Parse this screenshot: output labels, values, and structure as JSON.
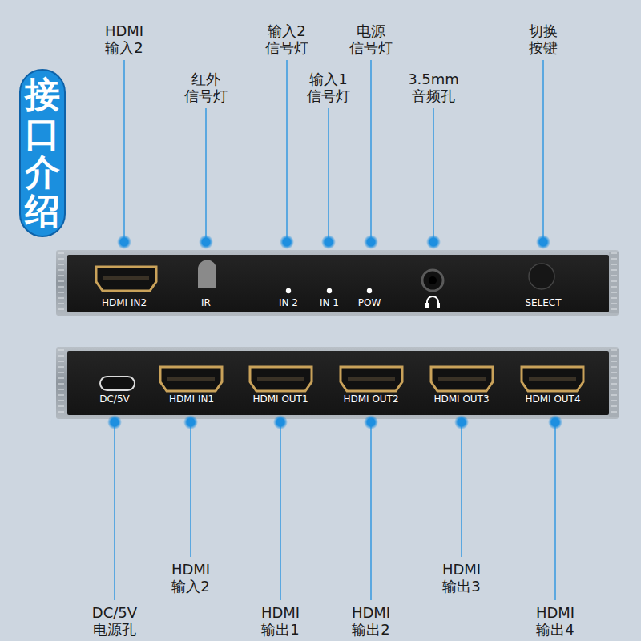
{
  "diagram": {
    "nodes": [
      {
        "text": [
          "接口介绍"
        ]
      },
      {
        "text": [
          "HDMI IN2",
          "IR",
          "IN 2",
          "IN 1",
          "POW",
          "SELECT"
        ]
      },
      {
        "text": [
          "DC/5V",
          "HDMI IN1",
          "HDMI OUT1",
          "HDMI OUT2",
          "HDMI OUT3",
          "HDMI OUT4"
        ]
      }
    ],
    "labels": [
      "HDMI 输入2",
      "输入2 信号灯",
      "电源 信号灯",
      "切换 按键",
      "红外 信号灯",
      "输入1 信号灯",
      "3.5mm 音频孔",
      "HDMI 输入2",
      "HDMI 输出3",
      "DC/5V 电源孔",
      "HDMI 输出1",
      "HDMI 输出2",
      "HDMI 输出4"
    ]
  }
}
